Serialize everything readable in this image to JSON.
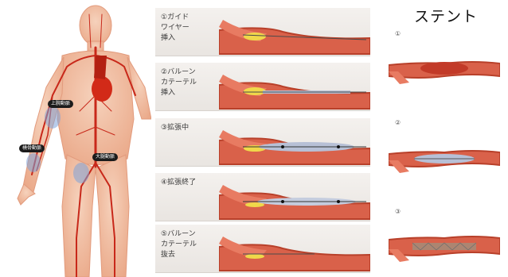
{
  "title": "ステント",
  "callouts": [
    "上腕動脈",
    "橈骨動脈",
    "大腿動脈"
  ],
  "steps": [
    {
      "label": "①ガイド\nワイヤー\n挿入"
    },
    {
      "label": "②バルーン\nカテーテル\n挿入"
    },
    {
      "label": "③拡張中"
    },
    {
      "label": "④拡張終了"
    },
    {
      "label": "⑤バルーン\nカテーテル\n抜去"
    }
  ],
  "stent_steps": [
    "①",
    "②",
    "③"
  ],
  "colors": {
    "skin": "#f0b898",
    "artery": "#c8281a",
    "vessel_outer": "#b8402a",
    "vessel_inner": "#d9614a",
    "plaque": "#f0d84a",
    "balloon": "#b7c0d6",
    "callout_bg": "#1b1b1b"
  }
}
